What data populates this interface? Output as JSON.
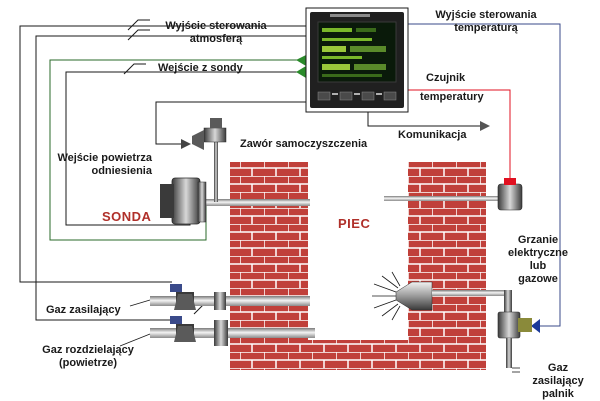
{
  "labels": {
    "atm_output_1": "Wyjście sterowania",
    "atm_output_2": "atmosferą",
    "probe_input": "Wejście z sondy",
    "temp_output_1": "Wyjście sterowania",
    "temp_output_2": "temperaturą",
    "temp_sensor_1": "Czujnik",
    "temp_sensor_2": "temperatury",
    "communication": "Komunikacja",
    "self_clean_valve": "Zawór samoczyszczenia",
    "ref_air_1": "Wejście powietrza",
    "ref_air_2": "odniesienia",
    "probe": "SONDA",
    "furnace": "PIEC",
    "heating_1": "Grzanie",
    "heating_2": "elektryczne",
    "heating_3": "lub",
    "heating_4": "gazowe",
    "supply_gas": "Gaz zasilający",
    "carrier_gas_1": "Gaz rozdzielający",
    "carrier_gas_2": "(powietrze)",
    "burner_gas_1": "Gaz",
    "burner_gas_2": "zasilający",
    "burner_gas_3": "palnik"
  },
  "colors": {
    "brick": "#c0403a",
    "mortar": "#ffffff",
    "green_line": "#2a6a2a",
    "blue_line": "#3a4a8a",
    "red_line": "#e01020",
    "controller_body": "#202020",
    "screen": "#0a1a0a",
    "screen_green": "#7ab82a"
  }
}
